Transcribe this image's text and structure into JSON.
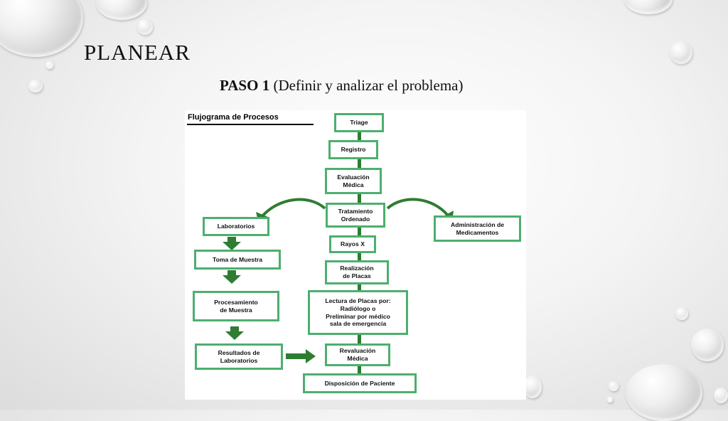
{
  "slide": {
    "title": "PLANEAR",
    "subtitle_bold": "PASO 1",
    "subtitle_rest": " (Definir y analizar  el problema)"
  },
  "diagram": {
    "title": "Flujograma de Procesos",
    "nodes": {
      "triage": "Triage",
      "registro": "Registro",
      "evaluacion": "Evaluación\nMédica",
      "tratamiento": "Tratamiento\nOrdenado",
      "rayos": "Rayos X",
      "realizacion": "Realización\nde  Placas",
      "lectura": "Lectura de Placas por:\nRadiólogo o\nPreliminar por médico\nsala de emergencia",
      "revaluacion": "Revaluación\nMédica",
      "disposicion": "Disposición de Paciente",
      "laboratorios": "Laboratorios",
      "toma": "Toma de Muestra",
      "procesamiento": "Procesamiento\nde Muestra",
      "resultados": "Resultados de\nLaboratorios",
      "administracion": "Administración de\nMedicamentos"
    },
    "colors": {
      "border": "#4caf6e",
      "arrow": "#2e7d32"
    }
  }
}
